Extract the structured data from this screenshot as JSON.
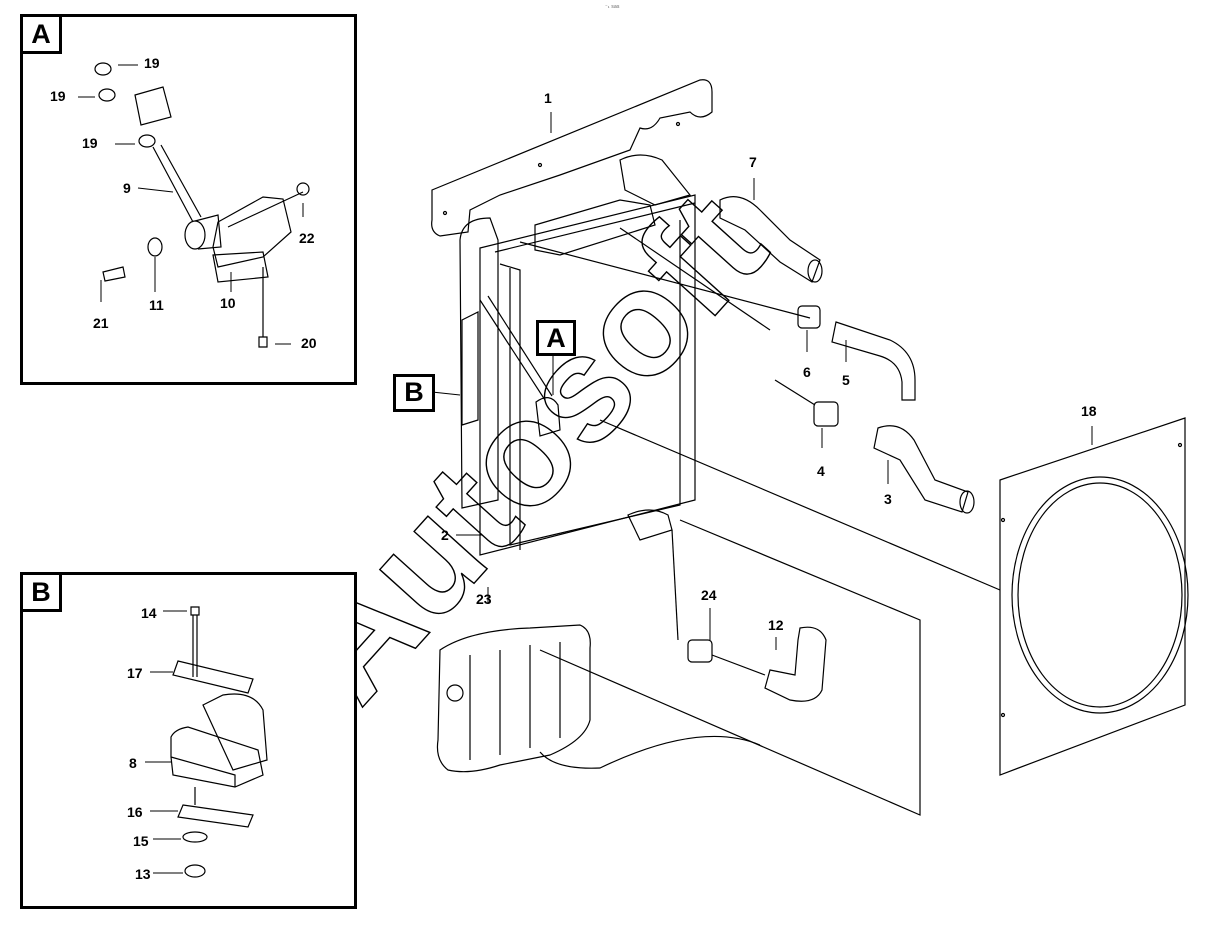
{
  "header_mark": "⁻₁ sas",
  "watermark": "Autosoft",
  "main_labels": {
    "p1": "1",
    "p2": "2",
    "p3": "3",
    "p4": "4",
    "p5": "5",
    "p6": "6",
    "p7": "7",
    "p12": "12",
    "p18": "18",
    "p23": "23",
    "p24": "24"
  },
  "callouts": {
    "a": "A",
    "b": "B"
  },
  "inset_a": {
    "tag": "A",
    "labels": {
      "n19a": "19",
      "n19b": "19",
      "n19c": "19",
      "n9": "9",
      "n22": "22",
      "n21": "21",
      "n11": "11",
      "n10": "10",
      "n20": "20"
    }
  },
  "inset_b": {
    "tag": "B",
    "labels": {
      "n14": "14",
      "n17": "17",
      "n8": "8",
      "n16": "16",
      "n15": "15",
      "n13": "13"
    }
  }
}
